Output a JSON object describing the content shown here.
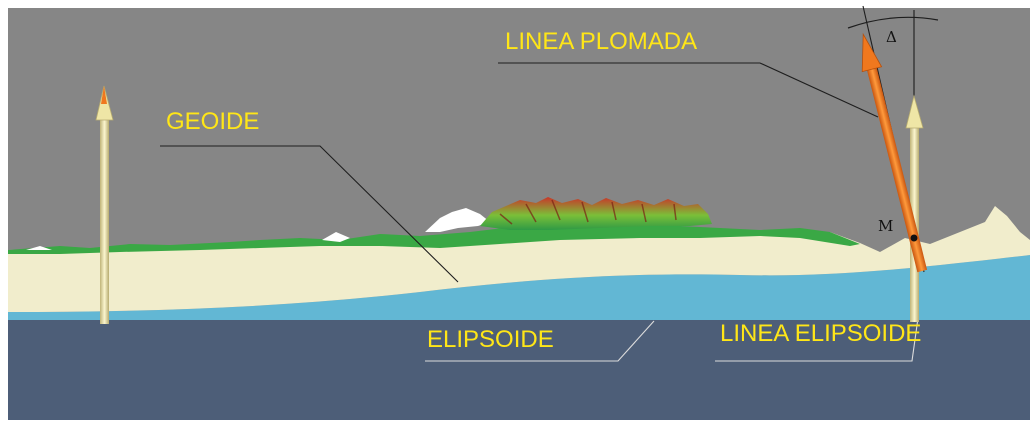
{
  "labels": {
    "geoide": "GEOIDE",
    "linea_plomada": "LINEA PLOMADA",
    "elipsoide": "ELIPSOIDE",
    "linea_elipsoide": "LINEA ELIPSOIDE",
    "point_m": "M",
    "angle_delta": "Δ"
  },
  "colors": {
    "sky": "#868686",
    "cream_layer": "#f1edcc",
    "geoid_blue": "#62b7d4",
    "ellipsoid_dark": "#4d5e78",
    "label_yellow": "#ffe617",
    "plumb_orange": "#f0781e",
    "normal_arrow": "#efe6a6",
    "terrain_green": "#3aa845",
    "terrain_red": "#c23a2a"
  }
}
